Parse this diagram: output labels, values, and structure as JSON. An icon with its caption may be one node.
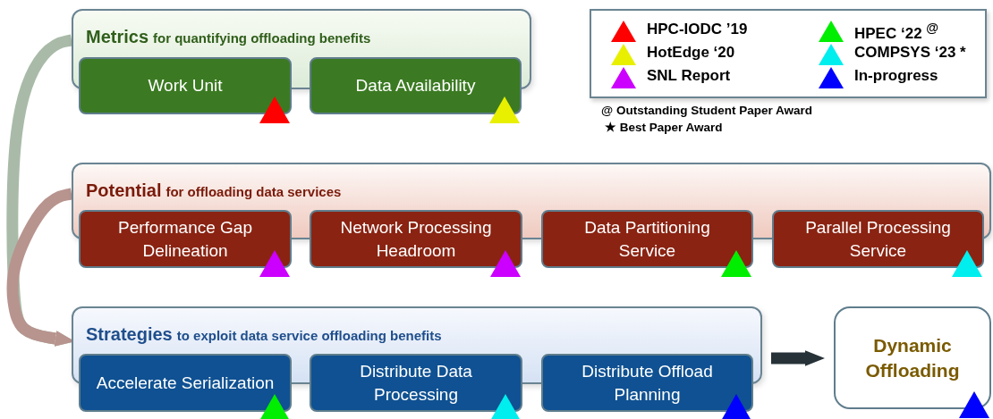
{
  "diagram": {
    "nodes": [
      {
        "text": [
          "Metrics",
          "for quantifying offloading benefits"
        ]
      },
      {
        "text": [
          "Work Unit"
        ]
      },
      {
        "text": [
          "Data Availability"
        ]
      },
      {
        "text": [
          "Potential",
          "for offloading data services"
        ]
      },
      {
        "text": [
          "Performance Gap Delineation"
        ]
      },
      {
        "text": [
          "Network Processing Headroom"
        ]
      },
      {
        "text": [
          "Data Partitioning Service"
        ]
      },
      {
        "text": [
          "Parallel Processing Service"
        ]
      },
      {
        "text": [
          "Strategies",
          "to exploit data service offloading benefits"
        ]
      },
      {
        "text": [
          "Accelerate Serialization"
        ]
      },
      {
        "text": [
          "Distribute Data Processing"
        ]
      },
      {
        "text": [
          "Distribute Offload Planning"
        ]
      },
      {
        "text": [
          "Dynamic Offloading"
        ]
      }
    ],
    "edges": [
      {
        "from": 0,
        "to": 8,
        "arrow": "to",
        "color": "#a9bba8"
      },
      {
        "from": 3,
        "to": 8,
        "arrow": "to",
        "color": "#b8948f"
      },
      {
        "from": 8,
        "to": 12,
        "arrow": "to",
        "color": "#263238"
      }
    ],
    "labels": [
      "@ Outstanding Student Paper Award",
      "★ Best Paper Award"
    ],
    "legend": [
      {
        "text": "HPC-IODC ’19",
        "color": "#ff0000"
      },
      {
        "text": "HotEdge ‘20",
        "color": "#e8f000"
      },
      {
        "text": "SNL Report",
        "color": "#cc00ff"
      },
      {
        "text": "HPEC ‘22 $^{@}$",
        "color": "#00ee00"
      },
      {
        "text": "COMPSYS ‘23 *",
        "color": "#00eeee"
      },
      {
        "text": "In-progress",
        "color": "#0000ff"
      }
    ]
  }
}
